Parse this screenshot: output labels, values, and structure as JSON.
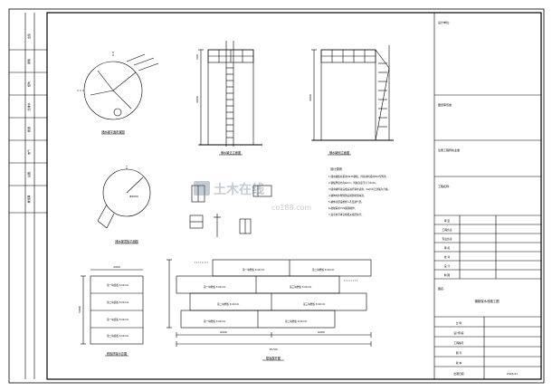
{
  "title_block": {
    "designer_label": "设计单位:",
    "approval_label": "图纸审查章",
    "registered_stamp_label": "注册工程师执业章",
    "project_name_label": "工程名称:",
    "rows": [
      {
        "label": "审  定",
        "value": ""
      },
      {
        "label": "工程负责",
        "value": ""
      },
      {
        "label": "专业负责",
        "value": ""
      },
      {
        "label": "审  核",
        "value": ""
      },
      {
        "label": "校  对",
        "value": ""
      },
      {
        "label": "设  计",
        "value": ""
      },
      {
        "label": "制  图",
        "value": ""
      }
    ],
    "drawing_title_label": "图名:",
    "drawing_title": "钢制保水池施工图",
    "bottom_rows": [
      {
        "label": "比  例",
        "value": ""
      },
      {
        "label": "设计阶段",
        "value": ""
      },
      {
        "label": "工程编号",
        "value": ""
      },
      {
        "label": "图  号",
        "value": ""
      },
      {
        "label": "版  本",
        "value": ""
      },
      {
        "label": "出图日期",
        "value": "2016.01"
      }
    ]
  },
  "left_strip": {
    "labels": [
      "会签",
      "建筑",
      "结构",
      "给排水",
      "暖通",
      "电气",
      "总图",
      "概预算"
    ]
  },
  "views": {
    "plan_title": "储水罐平面布置图",
    "front_title": "储水罐正立面图",
    "side_title": "储水罐侧立面图",
    "top_plate_title": "储水罐顶板平面图",
    "bottom_plate_title": "底板拼接示意图",
    "wall_plate_title": "壁板展开图"
  },
  "notes": {
    "heading": "设计说明",
    "lines": [
      "1.储水罐板材采用Q235钢板，焊接材料采用E43型焊条。",
      "2.钢板厚度均为6mm，焊缝高度不小于6mm。",
      "3.储水罐焊接完成后进行满水试验，24小时无渗漏为合格。",
      "4.罐体内外壁除锈后刷防锈漆两道。",
      "5.罐体顶部设检修人孔及通气管。",
      "6.爬梯采用∅20圆钢制作。",
      "7.其余未尽事宜按相关规范执行。"
    ]
  },
  "dimensions": {
    "front_height": "4000",
    "front_top": "500",
    "side_height": "4000",
    "tank_diameter": "Φ5000",
    "wall_total": "15700",
    "wall_left": "6200",
    "wall_right": "6200",
    "wall_plate_label": "第一块壁板 δ=6mm",
    "wall_plate_label2": "第二块壁板 δ=6mm",
    "wall_plate_label3": "第三块壁板 δ=6mm",
    "bottom_plate_label": "第一块底板 δ=6mm",
    "bottom_plate_label2": "第二块底板 δ=6mm",
    "bottom_dim": "2000",
    "bottom_dim2": "5000"
  },
  "watermark": {
    "main": "土木在线",
    "sub": "co188.com"
  }
}
